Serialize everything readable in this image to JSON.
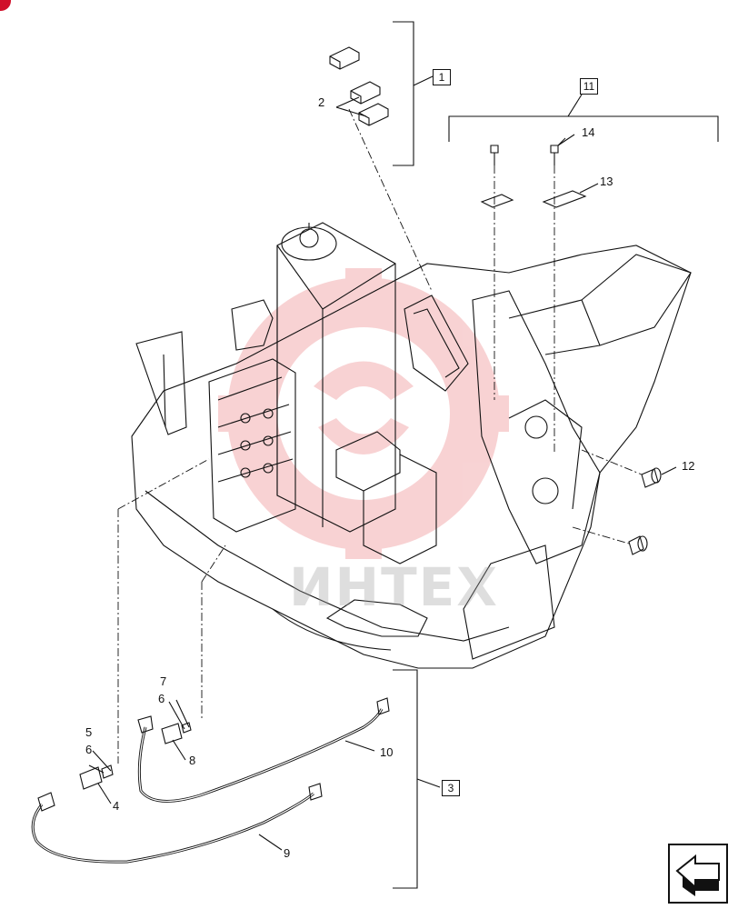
{
  "page": {
    "corner_mark_color": "#d0102a",
    "watermark_color": "#e0383d",
    "watermark_text": "ИНТЕХ"
  },
  "callouts": {
    "c1": "1",
    "c2": "2",
    "c3": "3",
    "c4": "4",
    "c5": "5",
    "c6a": "6",
    "c6b": "6",
    "c7": "7",
    "c8": "8",
    "c9": "9",
    "c10": "10",
    "c11": "11",
    "c12": "12",
    "c13": "13",
    "c14": "14"
  },
  "icons": {
    "nav": "next-page-arrow-icon",
    "corner": "red-corner-dot"
  }
}
